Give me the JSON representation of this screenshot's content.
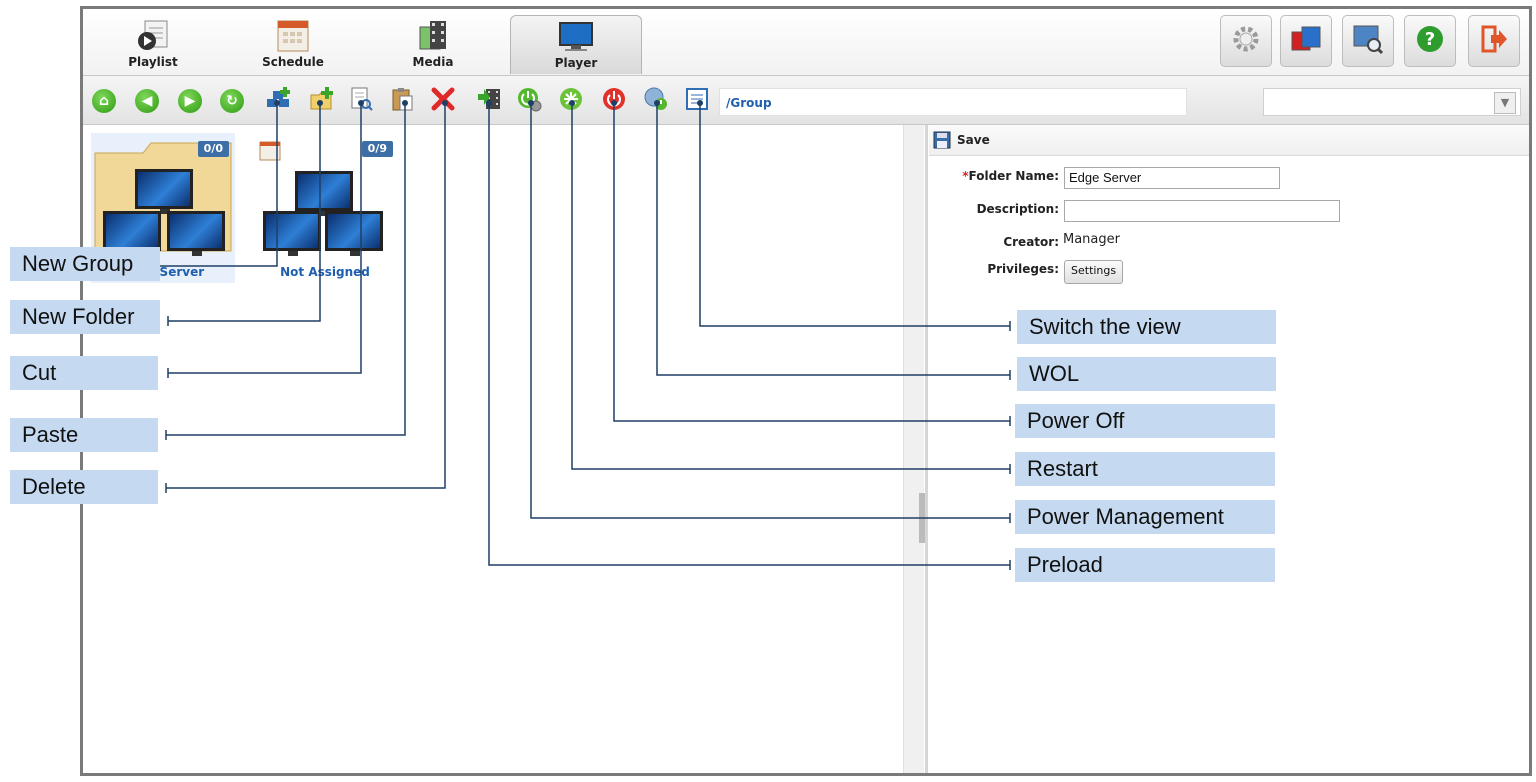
{
  "tabs": [
    {
      "label": "Playlist",
      "icon": "playlist-icon"
    },
    {
      "label": "Schedule",
      "icon": "schedule-icon"
    },
    {
      "label": "Media",
      "icon": "media-icon"
    },
    {
      "label": "Player",
      "icon": "player-icon",
      "active": true
    }
  ],
  "top_buttons": [
    "settings-icon",
    "monitor-stack-icon",
    "screen-search-icon",
    "help-icon",
    "logout-icon"
  ],
  "toolbar": {
    "path": "/Group",
    "icons": [
      "home-icon",
      "back-icon",
      "forward-icon",
      "refresh-icon",
      "new-group-icon",
      "new-folder-icon",
      "cut-icon",
      "paste-icon",
      "delete-icon",
      "preload-icon",
      "power-management-icon",
      "restart-icon",
      "power-off-icon",
      "wol-icon",
      "switch-view-icon",
      "filter-icon"
    ]
  },
  "tiles": [
    {
      "label": "Edge Server",
      "label_visible": "Server",
      "badge": "0/0"
    },
    {
      "label": "Not Assigned",
      "badge": "0/9"
    }
  ],
  "form": {
    "save_label": "Save",
    "required_mark": "*",
    "folder_name_label": "Folder Name:",
    "folder_name_value": "Edge Server",
    "description_label": "Description:",
    "description_value": "",
    "creator_label": "Creator:",
    "creator_value": "Manager",
    "privileges_label": "Privileges:",
    "settings_button": "Settings"
  },
  "callouts": {
    "new_group": "New Group",
    "new_folder": "New Folder",
    "cut": "Cut",
    "paste": "Paste",
    "delete": "Delete",
    "switch_view": "Switch the view",
    "wol": "WOL",
    "power_off": "Power Off",
    "restart": "Restart",
    "power_management": "Power Management",
    "preload": "Preload"
  },
  "colors": {
    "callout_bg": "#c5d9f0",
    "link_blue": "#1f5fb0",
    "connector": "#1e3f66"
  }
}
